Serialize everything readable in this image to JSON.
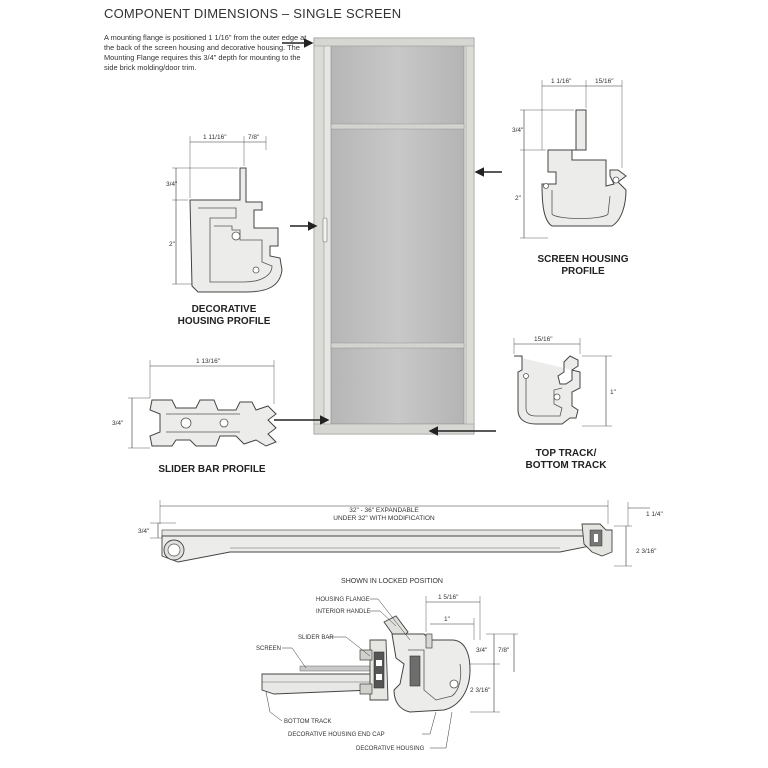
{
  "title": "COMPONENT DIMENSIONS – SINGLE SCREEN",
  "intro": "A mounting flange is positioned 1 1/16\" from the outer edge at the back of the screen housing and decorative housing. The Mounting Flange requires this 3/4\" depth for mounting to the side brick molding/door trim.",
  "decorative": {
    "heading_line1": "DECORATIVE",
    "heading_line2": "HOUSING PROFILE",
    "dim_width_a": "1 11/16\"",
    "dim_width_b": "7/8\"",
    "dim_height_a": "3/4\"",
    "dim_height_b": "2\""
  },
  "screen_housing": {
    "heading_line1": "SCREEN HOUSING",
    "heading_line2": "PROFILE",
    "dim_width_a": "1 1/16\"",
    "dim_width_b": "15/16\"",
    "dim_height_a": "3/4\"",
    "dim_height_b": "2\""
  },
  "slider_bar": {
    "heading": "SLIDER BAR PROFILE",
    "dim_width": "1 13/16\"",
    "dim_height": "3/4\""
  },
  "track": {
    "heading_line1": "TOP TRACK/",
    "heading_line2": "BOTTOM TRACK",
    "dim_width": "15/16\"",
    "dim_height": "1\""
  },
  "plan": {
    "span_line1": "32\" - 36\" EXPANDABLE",
    "span_line2": "UNDER 32\" WITH MODIFICATION",
    "dim_left": "3/4\"",
    "dim_right_top": "1 1/4\"",
    "dim_right_side": "2 3/16\""
  },
  "locked": {
    "heading": "SHOWN IN LOCKED POSITION",
    "callout_housing_flange": "HOUSING FLANGE",
    "callout_interior_handle": "INTERIOR HANDLE",
    "callout_slider_bar": "SLIDER BAR",
    "callout_screen": "SCREEN",
    "callout_bottom_track": "BOTTOM TRACK",
    "callout_end_cap": "DECORATIVE HOUSING END CAP",
    "callout_decorative_housing": "DECORATIVE HOUSING",
    "dim_top_a": "1 5/16\"",
    "dim_top_b": "1\"",
    "dim_side_a": "3/4\"",
    "dim_side_b": "7/8\"",
    "dim_side_c": "2 3/16\""
  },
  "colors": {
    "line": "#333333",
    "profile_fill": "#e8e8e6",
    "screen_fill": "#bdbdbd",
    "frame": "#d8d8d4"
  }
}
